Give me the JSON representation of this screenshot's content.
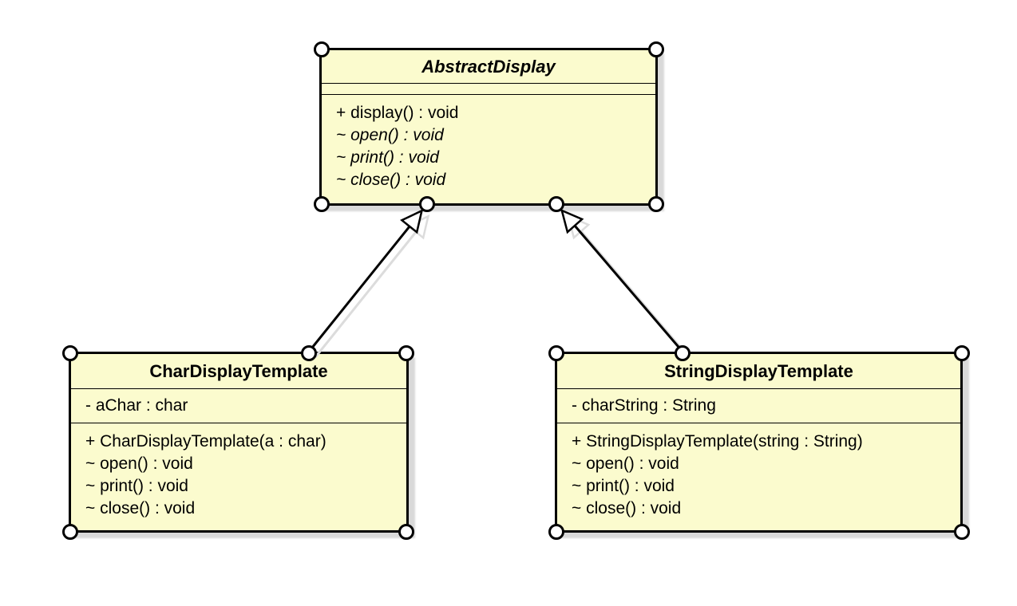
{
  "diagram": {
    "type": "uml-class-diagram",
    "classes": [
      {
        "name": "AbstractDisplay",
        "is_abstract": true,
        "attributes": [],
        "methods": [
          "+ display() : void",
          "~ open() : void",
          "~ print() : void",
          "~ close() : void"
        ]
      },
      {
        "name": "CharDisplayTemplate",
        "is_abstract": false,
        "attributes": [
          "- aChar : char"
        ],
        "methods": [
          "+ CharDisplayTemplate(a : char)",
          "~ open() : void",
          "~ print() : void",
          "~ close() : void"
        ]
      },
      {
        "name": "StringDisplayTemplate",
        "is_abstract": false,
        "attributes": [
          "- charString : String"
        ],
        "methods": [
          "+ StringDisplayTemplate(string : String)",
          "~ open() : void",
          "~ print() : void",
          "~ close() : void"
        ]
      }
    ],
    "relations": [
      {
        "type": "generalization",
        "from": "CharDisplayTemplate",
        "to": "AbstractDisplay"
      },
      {
        "type": "generalization",
        "from": "StringDisplayTemplate",
        "to": "AbstractDisplay"
      }
    ],
    "colors": {
      "class_fill": "#FBFBCE",
      "border": "#000000",
      "shadow": "#D9D9D9",
      "canvas_background": "#FFFFFF",
      "handle_fill": "#FFFFFF"
    }
  }
}
